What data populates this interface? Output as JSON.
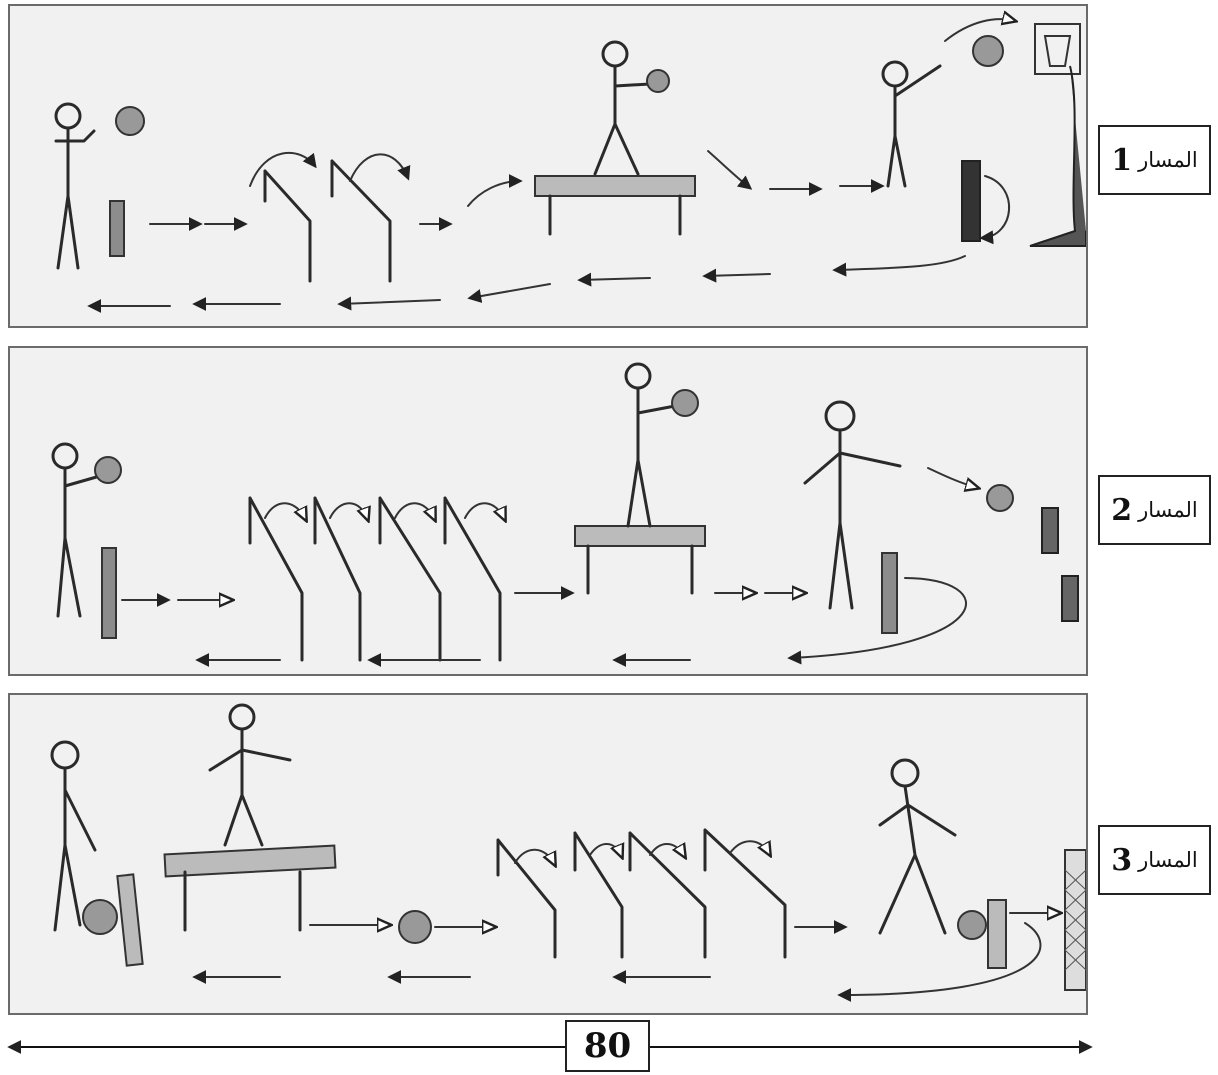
{
  "tracks": [
    {
      "word": "المسار",
      "number": "1"
    },
    {
      "word": "المسار",
      "number": "2"
    },
    {
      "word": "المسار",
      "number": "3"
    }
  ],
  "scale": {
    "length": "80"
  }
}
